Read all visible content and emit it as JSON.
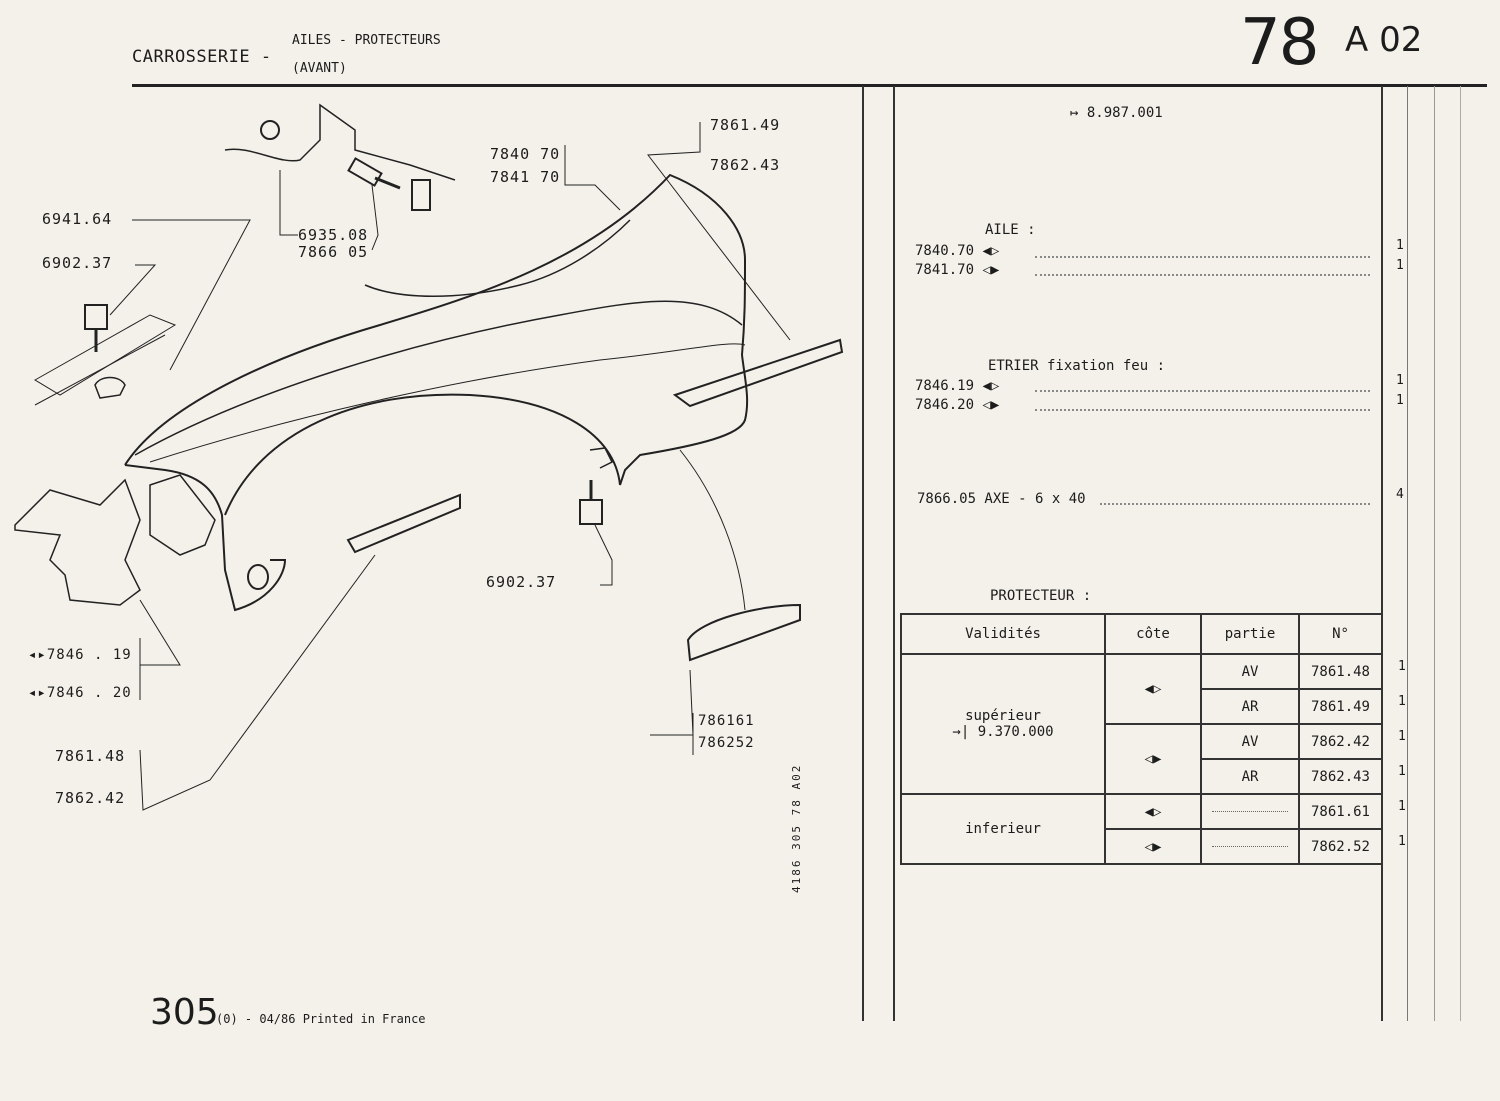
{
  "header": {
    "category": "CARROSSERIE -",
    "subtitle_line1": "AILES - PROTECTEURS",
    "subtitle_line2": "(AVANT)",
    "group_number": "78",
    "page_code": "A 02"
  },
  "diagram_labels": {
    "p7861_49": "7861.49",
    "p7862_43": "7862.43",
    "p7840_70": "7840 70",
    "p7841_70": "7841 70",
    "p6941_64": "6941.64",
    "p6902_37_left": "6902.37",
    "p6935_08": "6935.08",
    "p7866_05": "7866 05",
    "p6902_37_mid": "6902.37",
    "p7846_19": "7846 . 19",
    "p7846_20": "7846 . 20",
    "p7861_48": "7861.48",
    "p7862_42": "7862.42",
    "p7861_61": "786161",
    "p7862_52": "786252"
  },
  "right_panel": {
    "serial_from": "8.987.001",
    "aile_heading": "AILE :",
    "aile_items": [
      {
        "ref": "7840.70",
        "qty": "1"
      },
      {
        "ref": "7841.70",
        "qty": "1"
      }
    ],
    "etrier_heading": "ETRIER fixation feu :",
    "etrier_items": [
      {
        "ref": "7846.19",
        "qty": "1"
      },
      {
        "ref": "7846.20",
        "qty": "1"
      }
    ],
    "axe_line": "7866.05 AXE - 6 x 40",
    "axe_qty": "4",
    "protecteur_heading": "PROTECTEUR :"
  },
  "protecteur_table": {
    "headers": [
      "Validités",
      "côte",
      "partie",
      "N°"
    ],
    "superieur_label": "supérieur",
    "superieur_serial": "9.370.000",
    "inferieur_label": "inferieur",
    "rows": [
      {
        "partie": "AV",
        "ref": "7861.48",
        "qty": "1"
      },
      {
        "partie": "AR",
        "ref": "7861.49",
        "qty": "1"
      },
      {
        "partie": "AV",
        "ref": "7862.42",
        "qty": "1"
      },
      {
        "partie": "AR",
        "ref": "7862.43",
        "qty": "1"
      },
      {
        "partie": "",
        "ref": "7861.61",
        "qty": "1"
      },
      {
        "partie": "",
        "ref": "7862.52",
        "qty": "1"
      }
    ]
  },
  "footer": {
    "page_number": "305",
    "print_info": "(0) - 04/86 Printed in France",
    "vertical_code": "4186 305 78 A02"
  }
}
